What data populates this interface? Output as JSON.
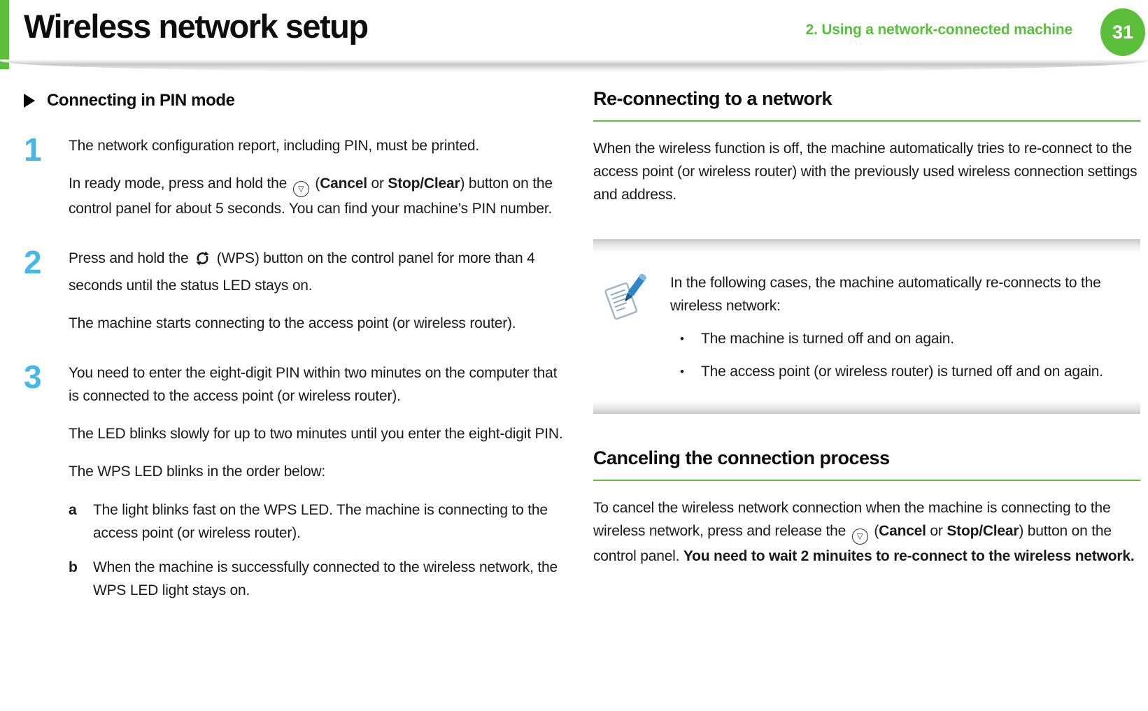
{
  "header": {
    "title": "Wireless network setup",
    "chapter": "2.  Using a network-connected machine",
    "page_number": "31"
  },
  "colors": {
    "accent_green": "#5cbf3b",
    "step_number_blue": "#45b8e8"
  },
  "icons": {
    "cancel_stop": "circle with down-triangle (Cancel/Stop button glyph)",
    "wps": "two circular chasing arrows (WPS button glyph)",
    "note": "blue pencil writing on lined paper"
  },
  "left": {
    "heading": "Connecting in PIN mode",
    "steps": [
      {
        "num": "1",
        "p1": "The network configuration report, including PIN, must be printed.",
        "p2": {
          "pre": "In ready mode, press and hold the ",
          "t1": " (",
          "b1": "Cancel",
          "t2": " or ",
          "b2": "Stop/Clear",
          "t3": ") button on the control panel for about 5 seconds. You can find your machine’s PIN number."
        }
      },
      {
        "num": "2",
        "p1": {
          "pre": "Press and hold the ",
          "t1": " (WPS) button on the control panel for more than 4 seconds until the status LED stays on."
        },
        "p2": "The machine starts connecting to the access point (or wireless router)."
      },
      {
        "num": "3",
        "p1": "You need to enter the eight-digit PIN within two minutes on the computer that is connected to the access point (or wireless router).",
        "p2": "The LED blinks slowly for up to two minutes until you enter the eight-digit PIN.",
        "p3": "The WPS LED blinks in the order below:",
        "sub": [
          {
            "label": "a",
            "text": "The light blinks fast on the WPS LED. The machine is connecting to the access point (or wireless router)."
          },
          {
            "label": "b",
            "text": "When the machine is successfully connected to the wireless network, the WPS LED light stays on."
          }
        ]
      }
    ]
  },
  "right": {
    "section1": {
      "heading": "Re-connecting to a network",
      "body": "When the wireless function is off, the machine automatically tries to re-connect to the access point (or wireless router) with the previously used wireless connection settings and address."
    },
    "note": {
      "intro": "In the following cases, the machine automatically re-connects to the wireless network:",
      "bullets": [
        "The machine is turned off and on again.",
        "The access point (or wireless router) is turned off and on again."
      ]
    },
    "section2": {
      "heading": "Canceling the connection process",
      "body": {
        "pre": "To cancel the wireless network connection when the machine is connecting to the wireless network, press and release the ",
        "t1": " (",
        "b1": "Cancel",
        "t2": " or ",
        "b2": "Stop/Clear",
        "t3": ") button on the control panel. ",
        "b3": "You need to wait 2 minuites to re-connect to the wireless network."
      }
    }
  }
}
